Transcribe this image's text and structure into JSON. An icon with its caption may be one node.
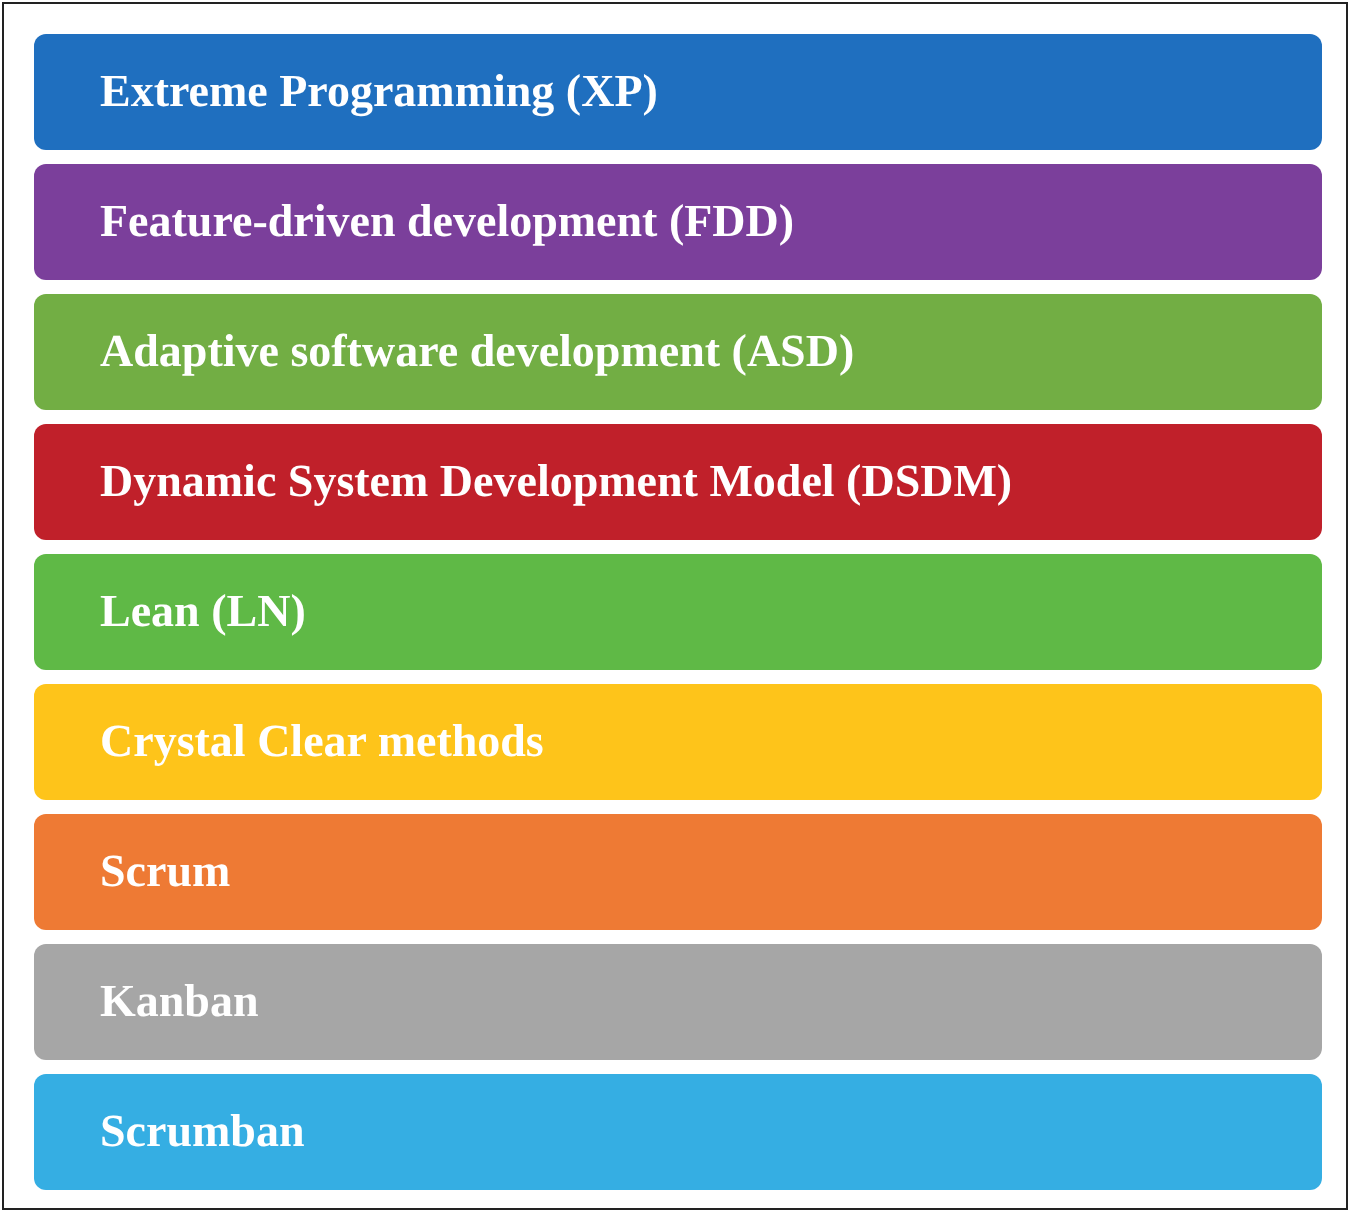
{
  "diagram": {
    "nodes": [
      {
        "text": [
          "Extreme Programming (XP)"
        ]
      },
      {
        "text": [
          "Feature-driven development (FDD)"
        ]
      },
      {
        "text": [
          "Adaptive software development (ASD)"
        ]
      },
      {
        "text": [
          "Dynamic System Development Model (DSDM)"
        ]
      },
      {
        "text": [
          "Lean (LN)"
        ]
      },
      {
        "text": [
          "Crystal Clear methods"
        ]
      },
      {
        "text": [
          "Scrum"
        ]
      },
      {
        "text": [
          "Kanban"
        ]
      },
      {
        "text": [
          "Scrumban"
        ]
      }
    ]
  }
}
